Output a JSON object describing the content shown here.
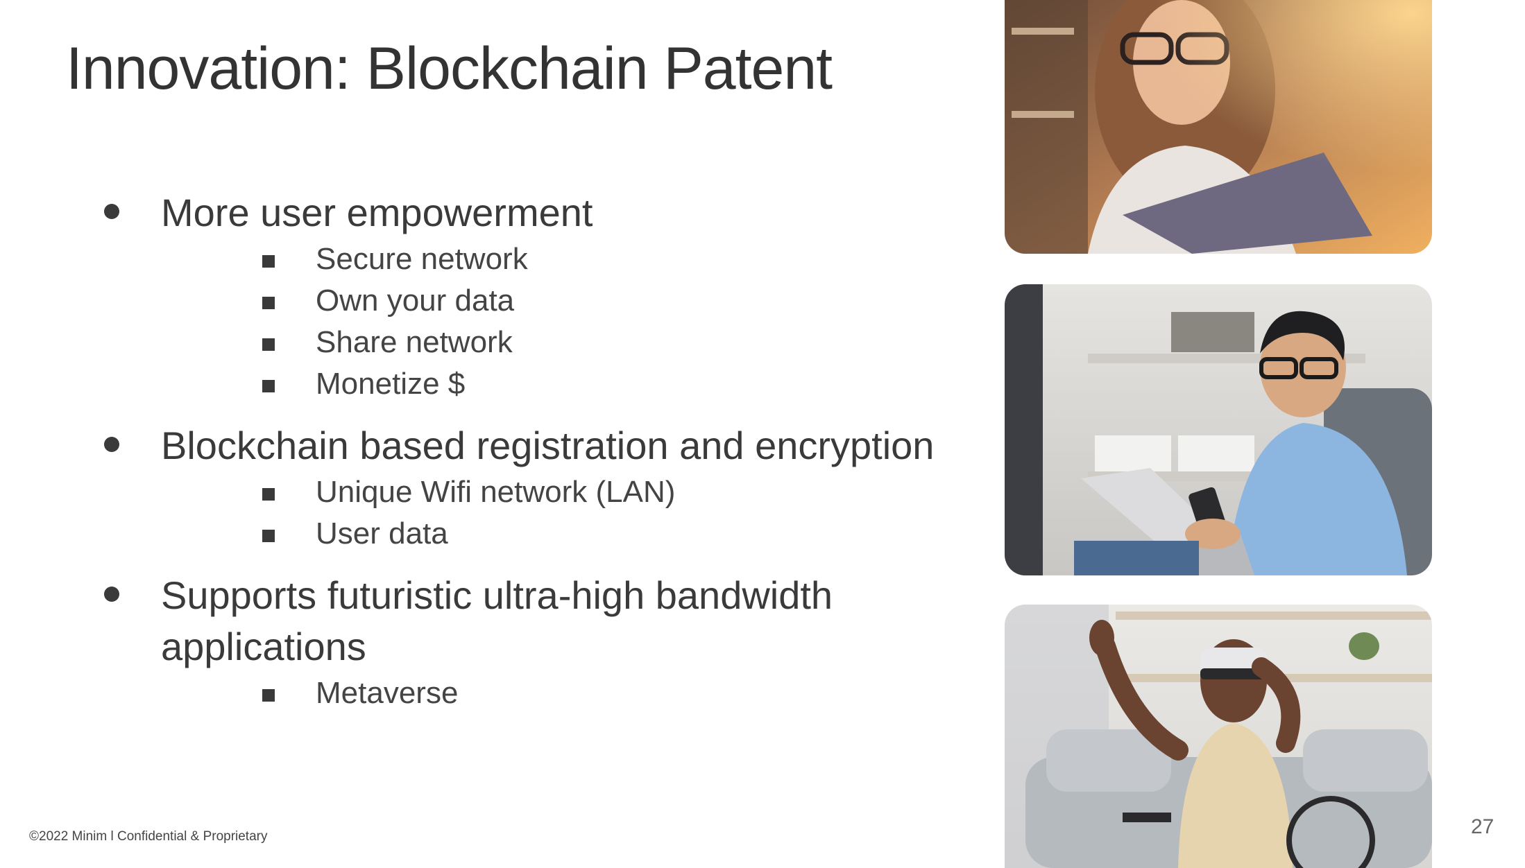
{
  "slide": {
    "title": "Innovation: Blockchain Patent",
    "bullets": [
      {
        "text": "More user empowerment",
        "subs": [
          "Secure network",
          "Own your data",
          "Share network",
          "Monetize $"
        ]
      },
      {
        "text": "Blockchain based registration and encryption",
        "subs": [
          "Unique Wifi network (LAN)",
          "User data"
        ]
      },
      {
        "text": "Supports futuristic ultra-high bandwidth applications",
        "subs": [
          "Metaverse"
        ]
      }
    ],
    "footer": "©2022 Minim l Confidential & Proprietary",
    "page_number": "27"
  },
  "colors": {
    "text": "#3a3a3a",
    "background": "#ffffff"
  }
}
